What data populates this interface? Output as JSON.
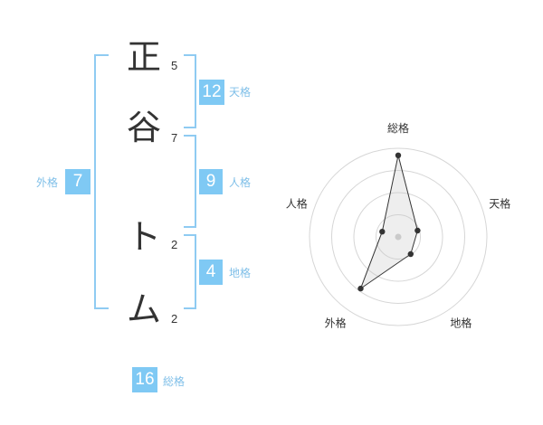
{
  "name": {
    "characters": [
      {
        "char": "正",
        "strokes": "5"
      },
      {
        "char": "谷",
        "strokes": "7"
      },
      {
        "char": "ト",
        "strokes": "2"
      },
      {
        "char": "ム",
        "strokes": "2"
      }
    ]
  },
  "kaku": {
    "tenkaku": {
      "value": "12",
      "label": "天格"
    },
    "jinkaku": {
      "value": "9",
      "label": "人格"
    },
    "chikaku": {
      "value": "4",
      "label": "地格"
    },
    "gaikaku": {
      "value": "7",
      "label": "外格"
    },
    "soukaku": {
      "value": "16",
      "label": "総格"
    }
  },
  "colors": {
    "accent": "#7fc9f4",
    "bracket": "#8fcbf2",
    "label": "#7fbfe8",
    "text": "#333333"
  },
  "chart_data": {
    "type": "radar",
    "axes": [
      "総格",
      "天格",
      "地格",
      "外格",
      "人格"
    ],
    "values": [
      0.92,
      0.23,
      0.24,
      0.72,
      0.19
    ],
    "rings": 4,
    "grid": true
  }
}
